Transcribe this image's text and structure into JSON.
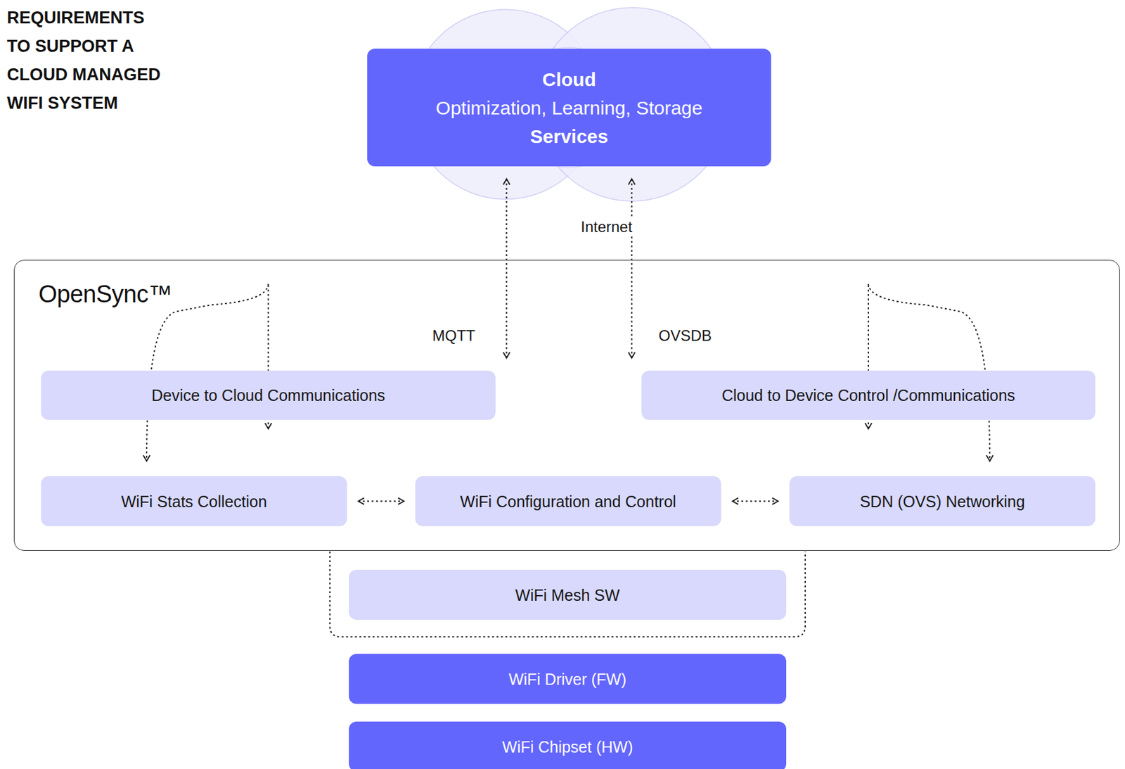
{
  "diagram": {
    "title": "REQUIREMENTS TO SUPPORT A CLOUD MANAGED WIFI SYSTEM",
    "nodes": [
      {
        "text": [
          "Cloud",
          "Optimization, Learning, Storage",
          "Services"
        ]
      },
      {
        "text": [
          "OpenSync™"
        ]
      },
      {
        "text": [
          "Device to Cloud Communications"
        ],
        "in": 1
      },
      {
        "text": [
          "Cloud to Device Control /Communications"
        ],
        "in": 1
      },
      {
        "text": [
          "WiFi Stats Collection"
        ],
        "in": 1
      },
      {
        "text": [
          "WiFi Configuration and Control"
        ],
        "in": 1
      },
      {
        "text": [
          "SDN (OVS) Networking"
        ],
        "in": 1
      },
      {
        "text": [
          "WiFi Mesh SW"
        ]
      },
      {
        "text": [
          "WiFi Driver (FW)"
        ]
      },
      {
        "text": [
          "WiFi Chipset (HW)"
        ]
      }
    ],
    "edges": [
      {
        "from": 0,
        "to": 2,
        "arrow": "both",
        "label": "MQTT"
      },
      {
        "from": 0,
        "to": 3,
        "arrow": "both",
        "label": "OVSDB"
      },
      {
        "from": 2,
        "to": 4,
        "arrow": "both"
      },
      {
        "from": 3,
        "to": 6,
        "arrow": "both"
      },
      {
        "from": 4,
        "to": 5,
        "arrow": "both"
      },
      {
        "from": 5,
        "to": 6,
        "arrow": "both"
      }
    ],
    "labels": [
      "Internet"
    ]
  }
}
